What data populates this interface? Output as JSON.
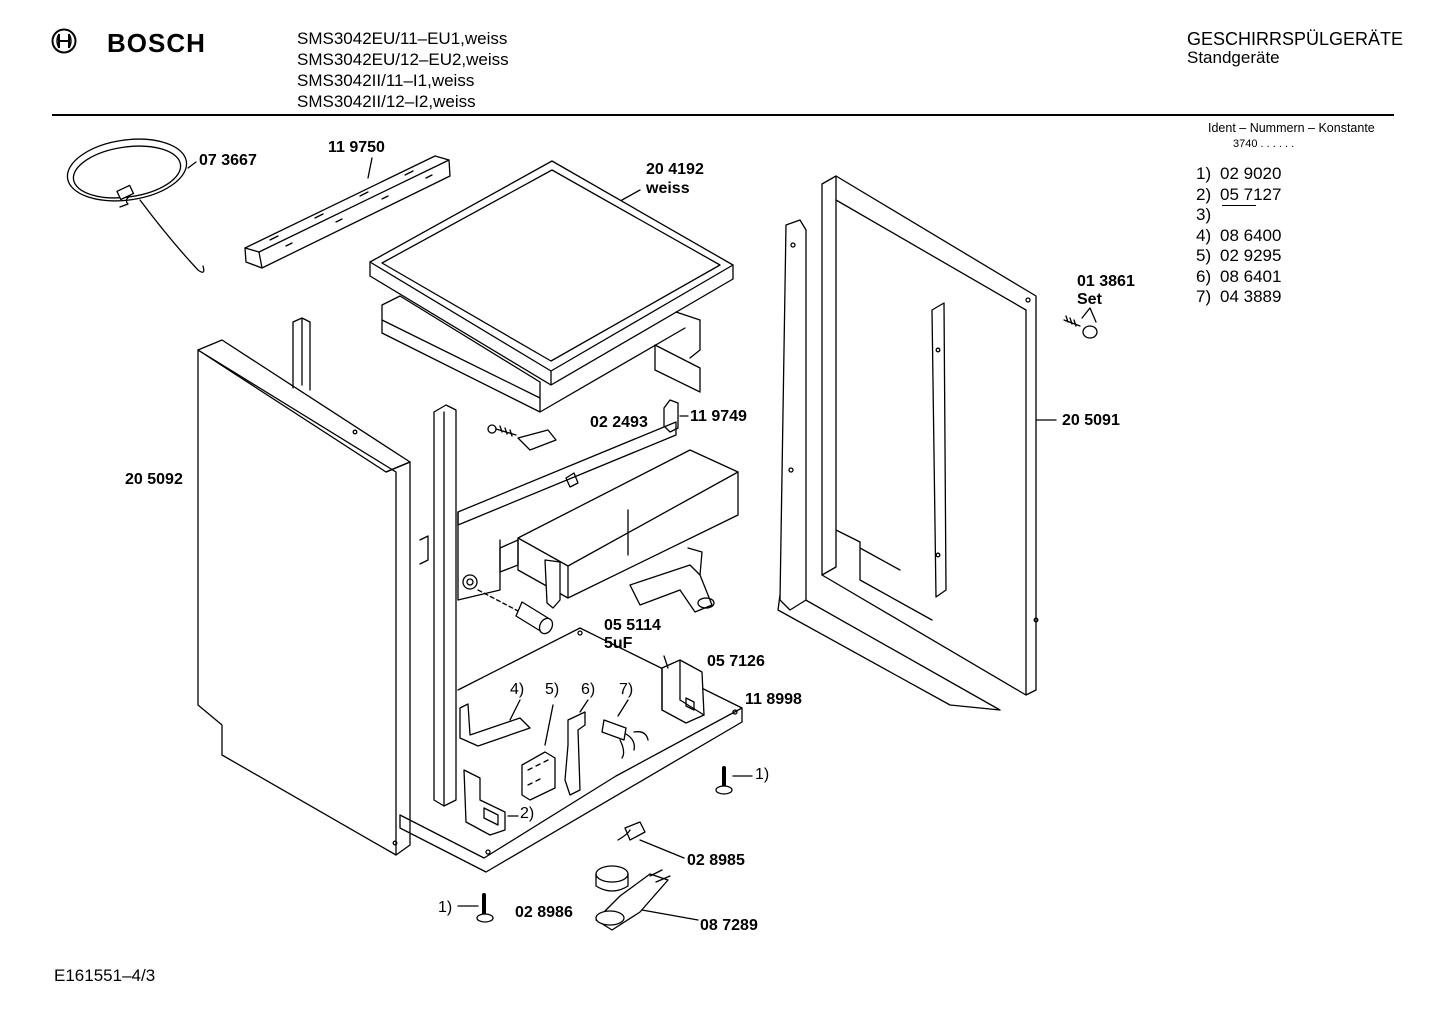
{
  "header": {
    "brand": "BOSCH",
    "models": [
      "SMS3042EU/11–EU1,weiss",
      "SMS3042EU/12–EU2,weiss",
      "SMS3042II/11–I1,weiss",
      "SMS3042II/12–I2,weiss"
    ],
    "category_title": "GESCHIRRSPÜLGERÄTE",
    "category_subtitle": "Standgeräte"
  },
  "ident": {
    "title": "Ident – Nummern – Konstante",
    "constant": "3740 . . . . . .",
    "refs": [
      {
        "key": "1)",
        "value": "02 9020"
      },
      {
        "key": "2)",
        "value": "05 7127"
      },
      {
        "key": "3)",
        "value": ""
      },
      {
        "key": "4)",
        "value": "08 6400"
      },
      {
        "key": "5)",
        "value": "02 9295"
      },
      {
        "key": "6)",
        "value": "08 6401"
      },
      {
        "key": "7)",
        "value": "04 3889"
      }
    ]
  },
  "parts": {
    "p073667": "07 3667",
    "p119750": "11 9750",
    "p204192": "20 4192",
    "p204192b": "weiss",
    "p013861": "01 3861",
    "p013861b": "Set",
    "p022493": "02 2493",
    "p119749": "11 9749",
    "p205091": "20 5091",
    "p205092": "20 5092",
    "p055114": "05 5114",
    "p055114b": "5uF",
    "p057126": "05 7126",
    "p118998": "11 8998",
    "c4": "4)",
    "c5": "5)",
    "c6": "6)",
    "c7": "7)",
    "c1a": "1)",
    "c2": "2)",
    "p028985": "02 8985",
    "c1b": "1)",
    "p028986": "02 8986",
    "p087289": "08 7289"
  },
  "footer": {
    "code": "E161551–4/3"
  }
}
